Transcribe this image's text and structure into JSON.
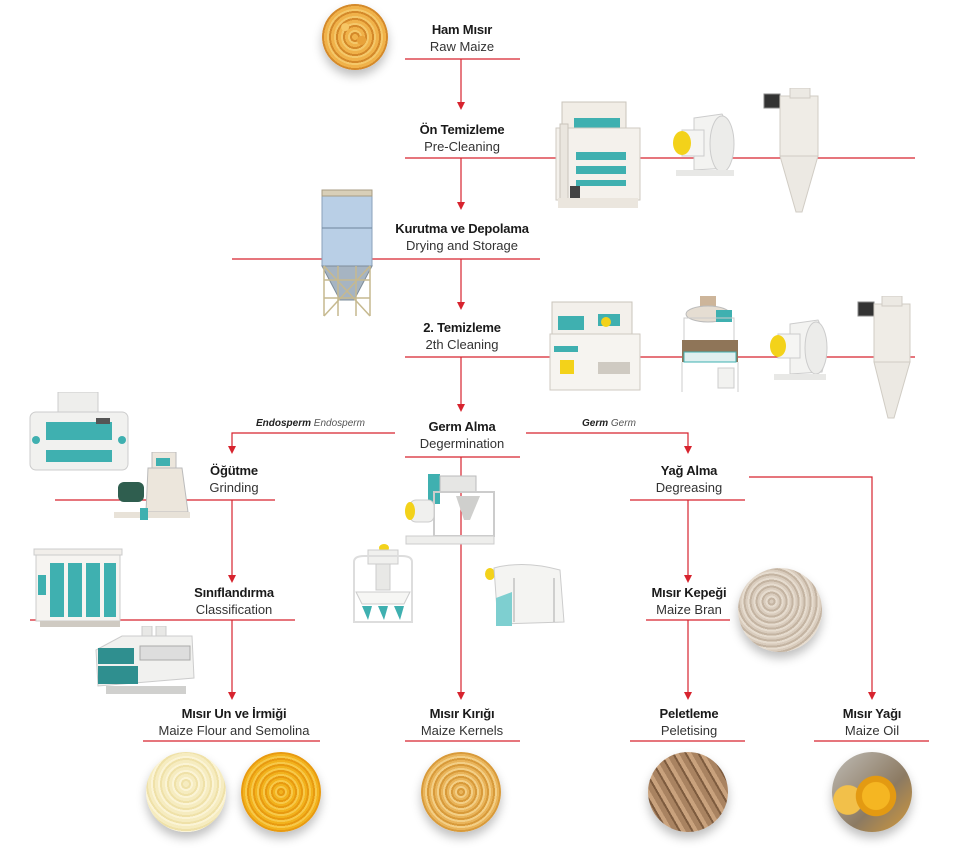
{
  "colors": {
    "connector": "#d7232e",
    "label_dark": "#1a1a1a",
    "label_light": "#333333",
    "machine_teal": "#3fb0b0",
    "machine_body": "#f1ede6",
    "motor_yellow": "#f3d21a"
  },
  "steps": {
    "raw_maize": {
      "tr": "Ham Mısır",
      "en": "Raw Maize"
    },
    "pre_cleaning": {
      "tr": "Ön Temizleme",
      "en": "Pre-Cleaning"
    },
    "drying_storage": {
      "tr": "Kurutma ve Depolama",
      "en": "Drying and Storage"
    },
    "second_cleaning": {
      "tr": "2. Temizleme",
      "en": "2th Cleaning"
    },
    "degermination": {
      "tr": "Germ Alma",
      "en": "Degermination"
    },
    "grinding": {
      "tr": "Öğütme",
      "en": "Grinding"
    },
    "classification": {
      "tr": "Sınıflandırma",
      "en": "Classification"
    },
    "flour_semolina": {
      "tr": "Mısır Un ve İrmiği",
      "en": "Maize Flour and Semolina"
    },
    "kernels": {
      "tr": "Mısır Kırığı",
      "en": "Maize Kernels"
    },
    "degreasing": {
      "tr": "Yağ Alma",
      "en": "Degreasing"
    },
    "bran": {
      "tr": "Mısır Kepeği",
      "en": "Maize Bran"
    },
    "peletising": {
      "tr": "Peletleme",
      "en": "Peletising"
    },
    "oil": {
      "tr": "Mısır Yağı",
      "en": "Maize Oil"
    }
  },
  "branches": {
    "endosperm": {
      "tr": "Endosperm",
      "en": "Endosperm"
    },
    "germ": {
      "tr": "Germ",
      "en": "Germ"
    }
  },
  "images": {
    "raw_maize": "raw-maize-photo",
    "bran": "maize-bran-photo",
    "flour": "maize-flour-photo",
    "semolina": "maize-semolina-photo",
    "kernels": "maize-kernels-photo",
    "pellets": "pellets-photo",
    "oil": "maize-oil-photo"
  }
}
